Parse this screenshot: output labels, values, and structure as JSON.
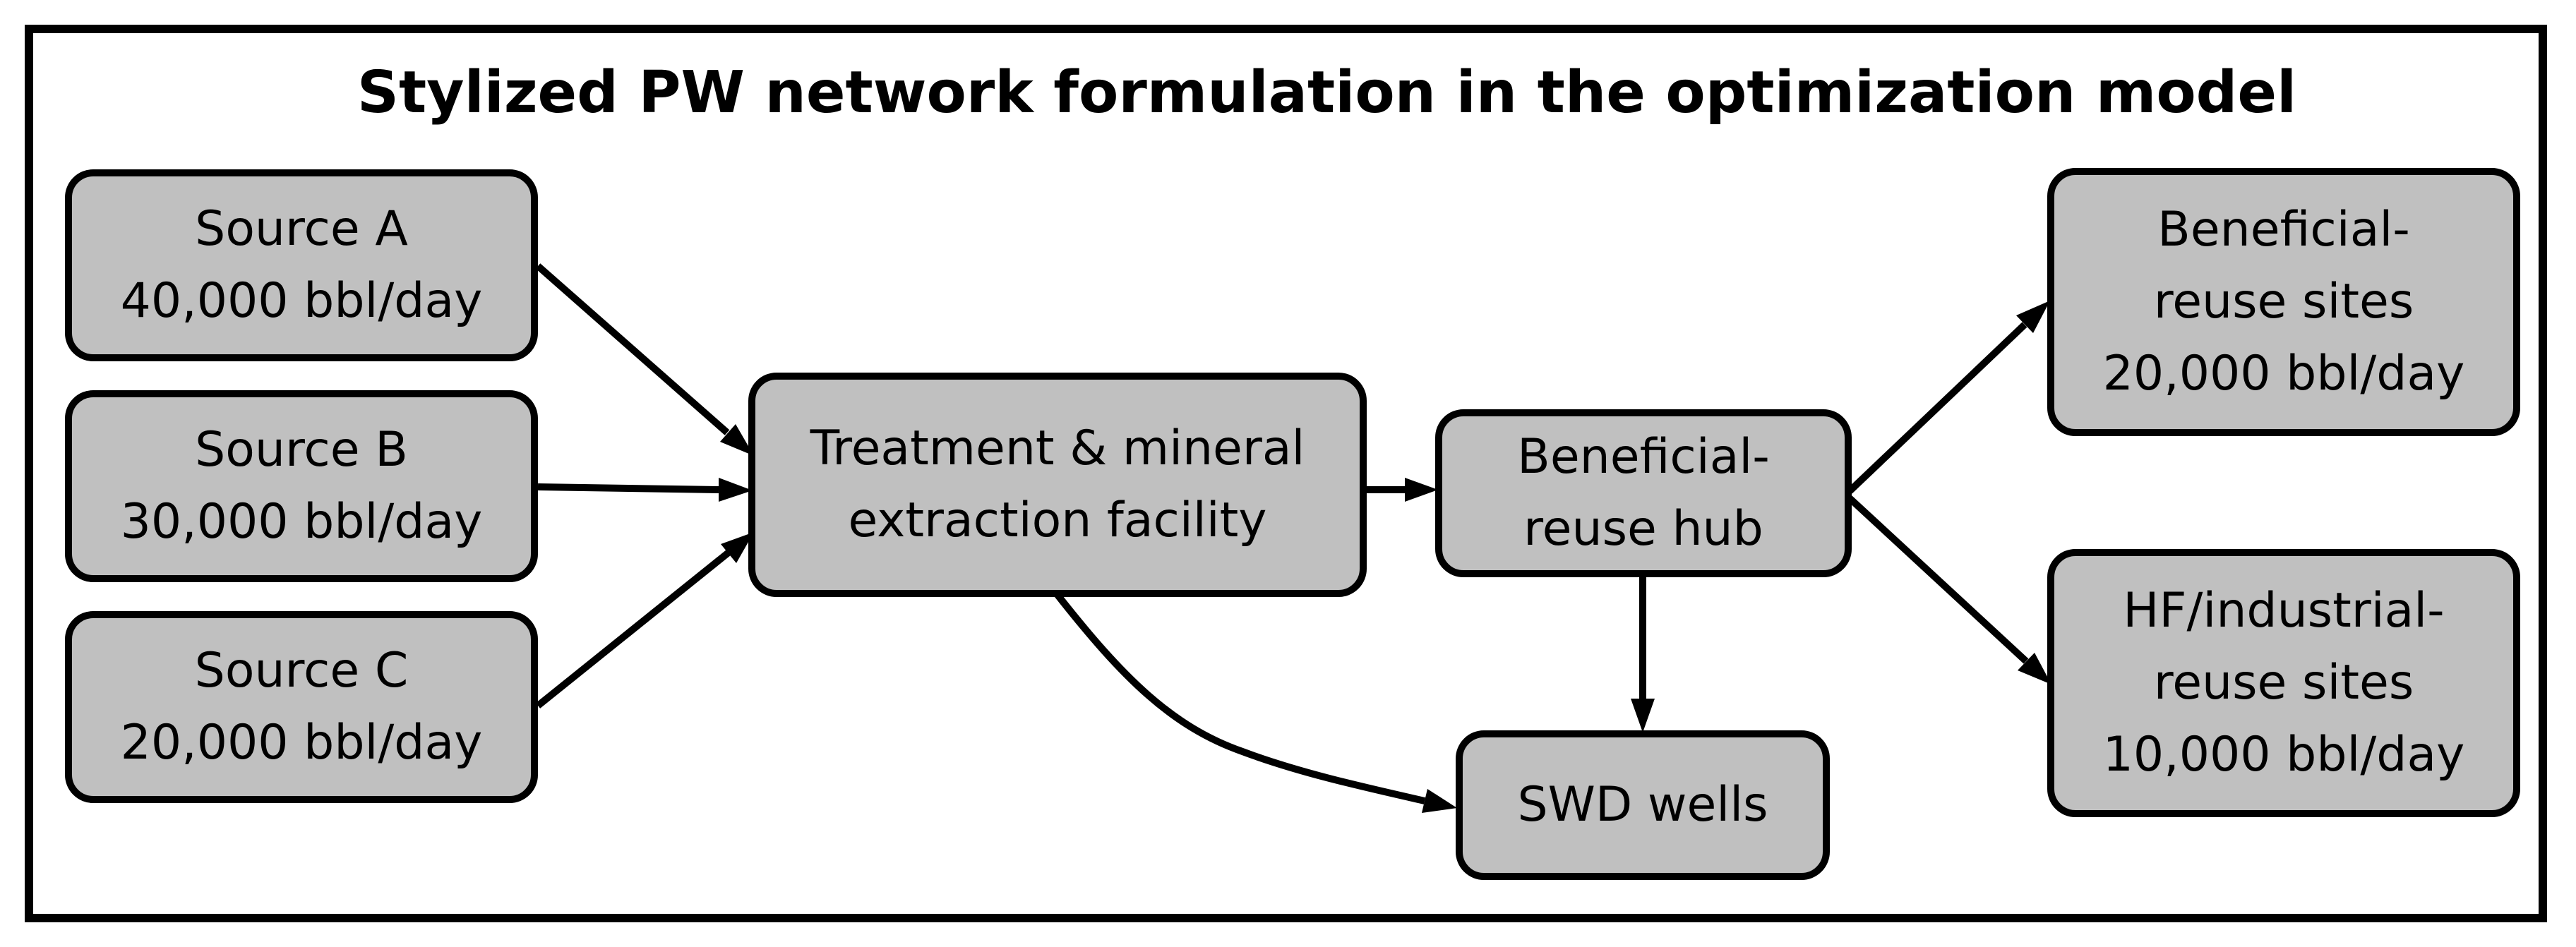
{
  "title": "Stylized PW network formulation in the optimization model",
  "colors": {
    "node_fill": "#c0c0c0",
    "stroke": "#000000",
    "background": "#ffffff"
  },
  "nodes": {
    "source_a": {
      "line1": "Source A",
      "line2": "40,000 bbl/day"
    },
    "source_b": {
      "line1": "Source B",
      "line2": "30,000 bbl/day"
    },
    "source_c": {
      "line1": "Source C",
      "line2": "20,000 bbl/day"
    },
    "treatment": {
      "line1": "Treatment & mineral",
      "line2": "extraction facility"
    },
    "hub": {
      "line1": "Beneficial-",
      "line2": "reuse hub"
    },
    "swd": {
      "line1": "SWD wells"
    },
    "beneficial_sites": {
      "line1": "Beneficial-",
      "line2": "reuse sites",
      "line3": "20,000 bbl/day"
    },
    "hf_sites": {
      "line1": "HF/industrial-",
      "line2": "reuse sites",
      "line3": "10,000 bbl/day"
    }
  },
  "edges": [
    {
      "from": "source_a",
      "to": "treatment"
    },
    {
      "from": "source_b",
      "to": "treatment"
    },
    {
      "from": "source_c",
      "to": "treatment"
    },
    {
      "from": "treatment",
      "to": "hub"
    },
    {
      "from": "treatment",
      "to": "swd"
    },
    {
      "from": "hub",
      "to": "swd"
    },
    {
      "from": "hub",
      "to": "beneficial_sites"
    },
    {
      "from": "hub",
      "to": "hf_sites"
    }
  ]
}
